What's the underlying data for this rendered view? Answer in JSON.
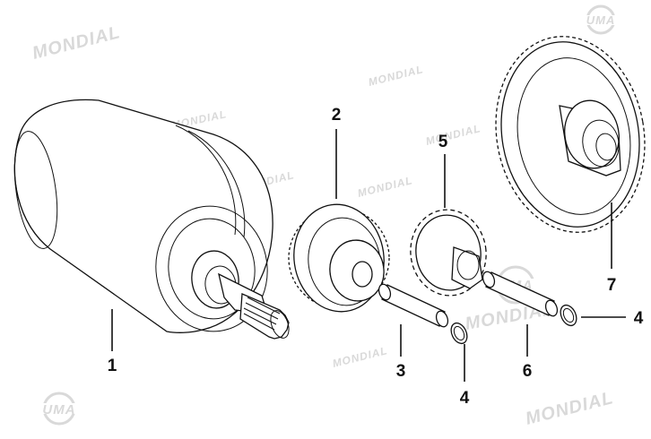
{
  "watermark": {
    "brand": "MONDIAL",
    "logo_text": "UMA"
  },
  "parts": [
    {
      "label": "1"
    },
    {
      "label": "2"
    },
    {
      "label": "3"
    },
    {
      "label": "4"
    },
    {
      "label": "5"
    },
    {
      "label": "6"
    },
    {
      "label": "7"
    },
    {
      "label": "4"
    }
  ],
  "icons": [
    "uma-logo-icon"
  ],
  "colors": {
    "line": "#111111",
    "watermark": "#d9d9d9",
    "background": "#ffffff"
  }
}
